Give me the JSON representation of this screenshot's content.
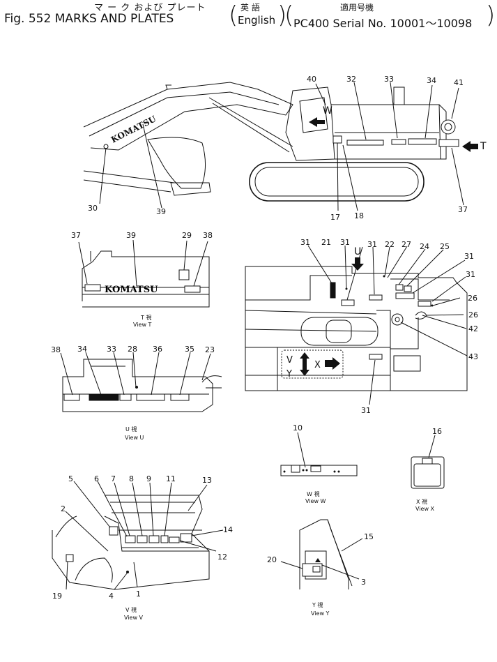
{
  "header": {
    "jp_title": "マ ー ク および プレート",
    "fig_title": "Fig. 552 MARKS AND PLATES",
    "lang_jp": "英 語",
    "lang_en": "English",
    "applic_jp": "適用号機",
    "serial": "PC400 Serial No. 10001～10098"
  },
  "logo_text": "KOMATSU",
  "arrow_letters": {
    "w": "W",
    "t": "T",
    "u": "U",
    "v": "V",
    "x": "X",
    "y": "Y"
  },
  "callouts": {
    "main": [
      "40",
      "32",
      "33",
      "34",
      "41",
      "30",
      "39",
      "17",
      "18",
      "37"
    ],
    "view_t": [
      "37",
      "39",
      "29",
      "38"
    ],
    "view_u": [
      "38",
      "34",
      "33",
      "28",
      "36",
      "35",
      "23"
    ],
    "top": [
      "31",
      "21",
      "31",
      "31",
      "22",
      "27",
      "24",
      "25",
      "31",
      "31",
      "26",
      "26",
      "42",
      "43",
      "31"
    ],
    "view_w": [
      "10"
    ],
    "view_x": [
      "16"
    ],
    "view_v": [
      "5",
      "6",
      "7",
      "8",
      "9",
      "11",
      "13",
      "2",
      "14",
      "12",
      "19",
      "4",
      "1"
    ],
    "view_y": [
      "15",
      "20",
      "3"
    ]
  },
  "captions": {
    "t": {
      "jp": "T 視",
      "en": "View T"
    },
    "u": {
      "jp": "U 視",
      "en": "View U"
    },
    "w": {
      "jp": "W 視",
      "en": "View W"
    },
    "x": {
      "jp": "X 視",
      "en": "View X"
    },
    "v": {
      "jp": "V 視",
      "en": "View V"
    },
    "y": {
      "jp": "Y 視",
      "en": "View Y"
    }
  }
}
